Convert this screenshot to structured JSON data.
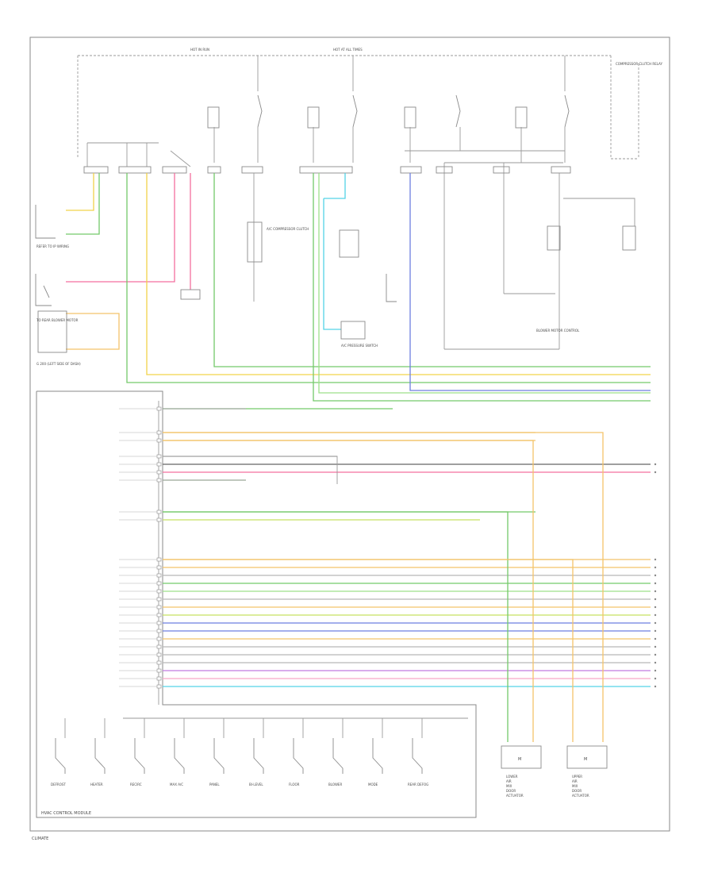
{
  "diagram": {
    "corner_label": "CLIMATE",
    "module_label": "HVAC CONTROL MODULE",
    "top_labels": {
      "hot_in_run": "HOT IN RUN",
      "hot_at_all_times": "HOT AT ALL TIMES",
      "compressor_relay": "COMPRESSOR CLUTCH RELAY"
    },
    "left_labels": {
      "sensor_note": "REFER TO IP WIRING",
      "connector_note": "TO REAR BLOWER MOTOR",
      "ground_note": "G 200 (LEFT SIDE OF DASH)"
    },
    "center_labels": {
      "upper_pressure": "A/C COMPRESSOR CLUTCH",
      "lower_left": "A/C PRESSURE SWITCH",
      "lower_right": "BLOWER MOTOR CONTROL"
    },
    "bottom_buttons": [
      "DEFROST",
      "HEATER",
      "RECIRC",
      "MAX A/C",
      "PANEL",
      "BI-LEVEL",
      "FLOOR",
      "BLOWER",
      "MODE",
      "REAR DEFOG"
    ],
    "actuators": [
      {
        "label": "LOWER AIR MIX DOOR ACTUATOR",
        "box": "M"
      },
      {
        "label": "UPPER AIR MIX DOOR ACTUATOR",
        "box": "M"
      }
    ],
    "wire_colors": {
      "yellow": "#f2d34a",
      "green": "#74c96a",
      "pink": "#f36f9f",
      "orange": "#f3c46a",
      "blue": "#6d7fe0",
      "cyan": "#53d3e6",
      "light_green": "#9de08a",
      "gray": "#b8b8b8",
      "black": "#666666",
      "violet": "#c07ae0",
      "lime": "#c8e060",
      "red": "#f06060",
      "light_pink": "#f7a8c8"
    }
  }
}
